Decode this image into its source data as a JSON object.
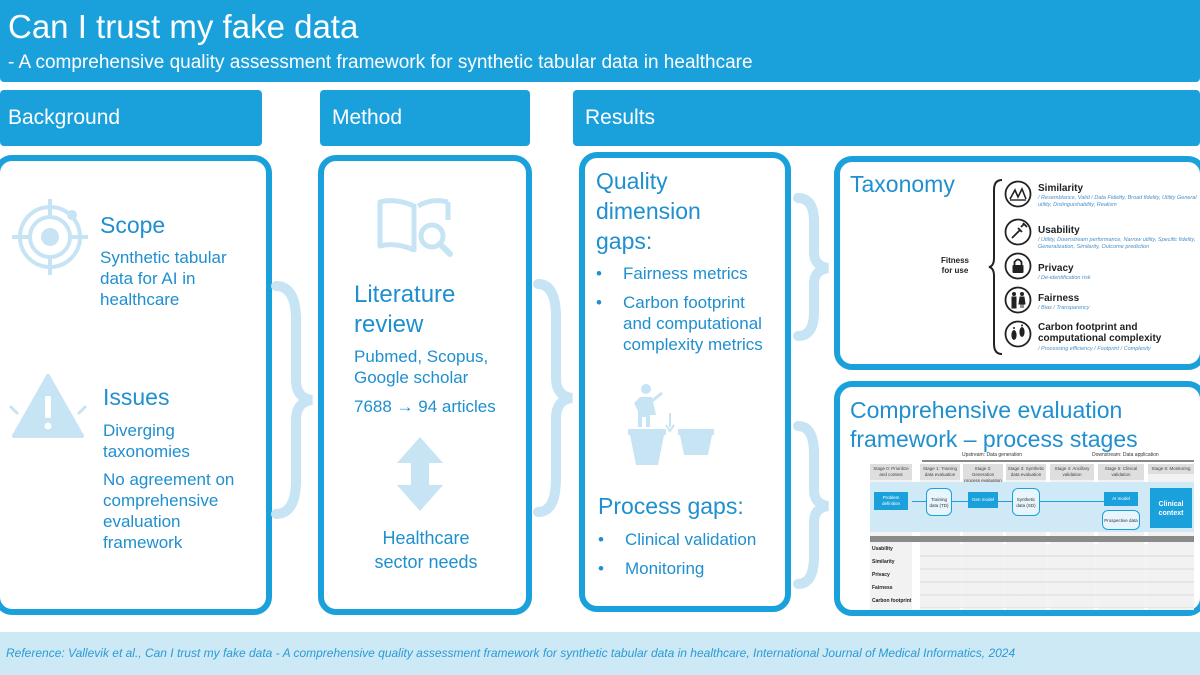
{
  "header": {
    "title": "Can I trust my fake data",
    "subtitle": "- A comprehensive quality assessment framework for synthetic tabular data in healthcare"
  },
  "sections": {
    "background": "Background",
    "method": "Method",
    "results": "Results"
  },
  "background": {
    "scope_heading": "Scope",
    "scope_text": [
      "Synthetic tabular",
      "data for AI in",
      "healthcare"
    ],
    "issues_heading": "Issues",
    "issues_text_1": [
      "Diverging",
      "taxonomies"
    ],
    "issues_text_2": [
      "No agreement on",
      "comprehensive",
      "evaluation",
      "framework"
    ]
  },
  "method": {
    "heading": [
      "Literature",
      "review"
    ],
    "sources": [
      "Pubmed, Scopus,",
      "Google scholar"
    ],
    "articles": "7688 → 94 articles",
    "needs": [
      "Healthcare",
      "sector needs"
    ]
  },
  "results": {
    "quality_heading": [
      "Quality",
      "dimension",
      "gaps:"
    ],
    "quality_items": [
      [
        "Fairness metrics"
      ],
      [
        "Carbon footprint",
        "and computational",
        "complexity metrics"
      ]
    ],
    "process_heading": "Process gaps:",
    "process_items": [
      "Clinical validation",
      "Monitoring"
    ]
  },
  "taxonomy": {
    "heading": "Taxonomy",
    "fitness_label": [
      "Fitness",
      "for use"
    ],
    "dimensions": [
      {
        "name": "Similarity",
        "detail": "/ Resemblance, Valid / Data Fidelity, Broad fidelity, Utility General utility, Distinguishability, Realism",
        "icon": "chart-icon"
      },
      {
        "name": "Usability",
        "detail": "/ Utility, Downstream performance, Narrow utility, Specific fidelity, Generalization, Similarity, Outcome prediction",
        "icon": "syringe-icon"
      },
      {
        "name": "Privacy",
        "detail": "/ De-identification risk",
        "icon": "lock-icon"
      },
      {
        "name": "Fairness",
        "detail": "/ Bias / Transparency",
        "icon": "people-icon"
      },
      {
        "name": "Carbon footprint and computational complexity",
        "detail": "/ Processing efficiency / Footprint / Complexity",
        "icon": "footprint-icon"
      }
    ]
  },
  "framework": {
    "heading": [
      "Comprehensive evaluation",
      "framework – process stages"
    ],
    "upstream": "Upstream: Data generation",
    "downstream": "Downstream: Data application",
    "stages": [
      "Stage 0: Prioritize and context",
      "Stage 1: Training data evaluation",
      "Stage 2: Generation process evaluation",
      "Stage 3: Synthetic data evaluation",
      "Stage 4: Ancillary validation",
      "Stage 5: Clinical validation",
      "Stage 6: Monitoring"
    ],
    "boxes": {
      "problem": "Problem definition",
      "training": "Training data (TD)",
      "model": "Gen model",
      "synthetic": "Synthetic data (SD)",
      "clinical": "Clinical context",
      "prospective": "Prospective data",
      "ai_model": "AI model"
    },
    "rows": [
      "Usability",
      "Similarity",
      "Privacy",
      "Fairness",
      "Carbon footprint"
    ]
  },
  "footer": {
    "reference": "Reference: Vallevik et al., Can I trust my fake data - A comprehensive quality assessment framework for synthetic tabular data in healthcare, International Journal of Medical Informatics, 2024"
  },
  "colors": {
    "accent": "#1aa1dc",
    "text": "#1f8fcf",
    "light": "#c6e4f4",
    "footer_bg": "#cde9f6"
  }
}
